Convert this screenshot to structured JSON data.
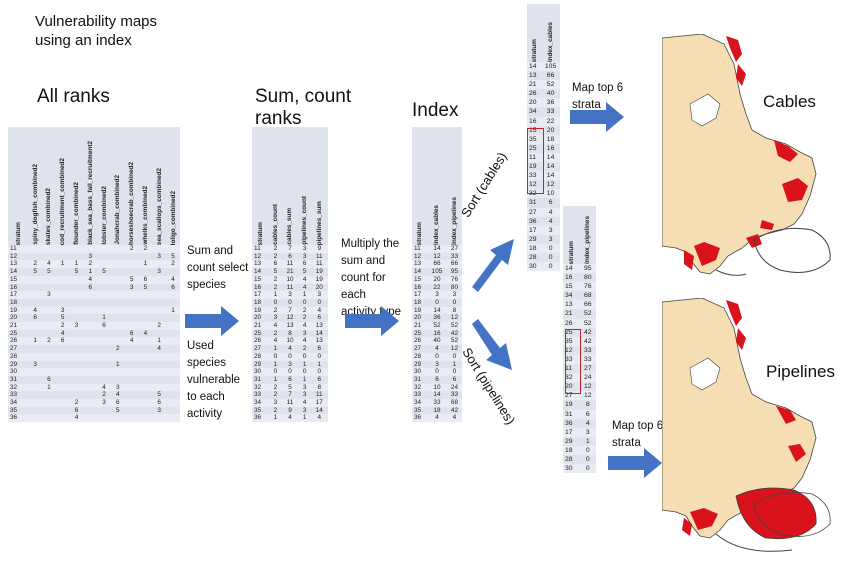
{
  "title": "Vulnerability maps\nusing an index",
  "title_lines": [
    "Vulnerability maps",
    "using an index"
  ],
  "all_ranks": {
    "heading": "All ranks",
    "columns": [
      "stratum",
      "spiny_dogfish_combined2",
      "skates_combined2",
      "cod_recruitment_combined2",
      "flounder_combined2",
      "black_sea_bass_fall_recruitment2",
      "lobster_combined2",
      "Jonahcrab_combined2",
      "horseshoecrab_combined2",
      "whelks_combined2",
      "sea_scallops_combined2",
      "loligo_combined2"
    ],
    "rows": [
      [
        "11",
        "",
        "",
        "",
        "",
        "",
        "",
        "",
        "2",
        "2",
        "",
        ""
      ],
      [
        "12",
        "",
        "",
        "",
        "",
        "3",
        "",
        "",
        "",
        "",
        "3",
        "5"
      ],
      [
        "13",
        "2",
        "4",
        "1",
        "1",
        "2",
        "",
        "",
        "",
        "1",
        "",
        "2"
      ],
      [
        "14",
        "5",
        "5",
        "",
        "5",
        "1",
        "5",
        "",
        "",
        "",
        "3",
        ""
      ],
      [
        "15",
        "",
        "",
        "",
        "",
        "4",
        "",
        "",
        "5",
        "6",
        "",
        "4"
      ],
      [
        "16",
        "",
        "",
        "",
        "",
        "6",
        "",
        "",
        "3",
        "5",
        "",
        "6"
      ],
      [
        "17",
        "",
        "3",
        "",
        "",
        "",
        "",
        "",
        "",
        "",
        "",
        ""
      ],
      [
        "18",
        "",
        "",
        "",
        "",
        "",
        "",
        "",
        "",
        "",
        "",
        ""
      ],
      [
        "19",
        "4",
        "",
        "3",
        "",
        "",
        "",
        "",
        "",
        "",
        "",
        "1"
      ],
      [
        "20",
        "6",
        "",
        "5",
        "",
        "",
        "1",
        "",
        "",
        "",
        "",
        ""
      ],
      [
        "21",
        "",
        "",
        "2",
        "3",
        "",
        "6",
        "",
        "",
        "",
        "2",
        ""
      ],
      [
        "25",
        "",
        "",
        "4",
        "",
        "",
        "",
        "",
        "6",
        "4",
        "",
        ""
      ],
      [
        "26",
        "1",
        "2",
        "6",
        "",
        "",
        "",
        "",
        "4",
        "",
        "1",
        ""
      ],
      [
        "27",
        "",
        "",
        "",
        "",
        "",
        "",
        "2",
        "",
        "",
        "4",
        ""
      ],
      [
        "28",
        "",
        "",
        "",
        "",
        "",
        "",
        "",
        "",
        "",
        "",
        ""
      ],
      [
        "29",
        "3",
        "",
        "",
        "",
        "",
        "",
        "1",
        "",
        "",
        "",
        ""
      ],
      [
        "30",
        "",
        "",
        "",
        "",
        "",
        "",
        "",
        "",
        "",
        "",
        ""
      ],
      [
        "31",
        "",
        "6",
        "",
        "",
        "",
        "",
        "",
        "",
        "",
        "",
        ""
      ],
      [
        "32",
        "",
        "1",
        "",
        "",
        "",
        "4",
        "3",
        "",
        "",
        "",
        ""
      ],
      [
        "33",
        "",
        "",
        "",
        "",
        "",
        "2",
        "4",
        "",
        "",
        "5",
        ""
      ],
      [
        "34",
        "",
        "",
        "",
        "2",
        "",
        "3",
        "6",
        "",
        "",
        "6",
        ""
      ],
      [
        "35",
        "",
        "",
        "",
        "6",
        "",
        "",
        "5",
        "",
        "",
        "3",
        ""
      ],
      [
        "36",
        "",
        "",
        "",
        "4",
        "",
        "",
        "",
        "",
        "",
        "",
        ""
      ]
    ]
  },
  "arrow1_note": {
    "lines_a": [
      "Sum and",
      "count select",
      "species"
    ],
    "lines_b": [
      "Used",
      "species",
      "vulnerable",
      "to each",
      "activity"
    ]
  },
  "sum_count": {
    "heading_lines": [
      "Sum, count",
      "ranks"
    ],
    "columns": [
      "stratum",
      "cables_count",
      "cables_sum",
      "pipelines_count",
      "pipelines_sum"
    ],
    "rows": [
      [
        "11",
        "2",
        "7",
        "3",
        "9"
      ],
      [
        "12",
        "2",
        "6",
        "3",
        "11"
      ],
      [
        "13",
        "6",
        "11",
        "6",
        "11"
      ],
      [
        "14",
        "5",
        "21",
        "5",
        "19"
      ],
      [
        "15",
        "2",
        "10",
        "4",
        "19"
      ],
      [
        "16",
        "2",
        "11",
        "4",
        "20"
      ],
      [
        "17",
        "1",
        "3",
        "1",
        "3"
      ],
      [
        "18",
        "0",
        "0",
        "0",
        "0"
      ],
      [
        "19",
        "2",
        "7",
        "2",
        "4"
      ],
      [
        "20",
        "3",
        "12",
        "2",
        "6"
      ],
      [
        "21",
        "4",
        "13",
        "4",
        "13"
      ],
      [
        "25",
        "2",
        "8",
        "3",
        "14"
      ],
      [
        "26",
        "4",
        "10",
        "4",
        "13"
      ],
      [
        "27",
        "1",
        "4",
        "2",
        "6"
      ],
      [
        "28",
        "0",
        "0",
        "0",
        "0"
      ],
      [
        "29",
        "1",
        "3",
        "1",
        "1"
      ],
      [
        "30",
        "0",
        "0",
        "0",
        "0"
      ],
      [
        "31",
        "1",
        "6",
        "1",
        "6"
      ],
      [
        "32",
        "2",
        "5",
        "3",
        "8"
      ],
      [
        "33",
        "2",
        "7",
        "3",
        "11"
      ],
      [
        "34",
        "3",
        "11",
        "4",
        "17"
      ],
      [
        "35",
        "2",
        "9",
        "3",
        "14"
      ],
      [
        "36",
        "1",
        "4",
        "1",
        "4"
      ]
    ]
  },
  "arrow2_note": {
    "lines": [
      "Multiply the",
      "sum and",
      "count for",
      "each",
      "activity type"
    ]
  },
  "index": {
    "heading": "Index",
    "columns": [
      "stratum",
      "index_cables",
      "index_pipelines"
    ],
    "rows": [
      [
        "11",
        "14",
        "27"
      ],
      [
        "12",
        "12",
        "33"
      ],
      [
        "13",
        "66",
        "66"
      ],
      [
        "14",
        "105",
        "95"
      ],
      [
        "15",
        "20",
        "76"
      ],
      [
        "16",
        "22",
        "80"
      ],
      [
        "17",
        "3",
        "3"
      ],
      [
        "18",
        "0",
        "0"
      ],
      [
        "19",
        "14",
        "8"
      ],
      [
        "20",
        "36",
        "12"
      ],
      [
        "21",
        "52",
        "52"
      ],
      [
        "25",
        "16",
        "42"
      ],
      [
        "26",
        "40",
        "52"
      ],
      [
        "27",
        "4",
        "12"
      ],
      [
        "28",
        "0",
        "0"
      ],
      [
        "29",
        "3",
        "1"
      ],
      [
        "30",
        "0",
        "0"
      ],
      [
        "31",
        "6",
        "6"
      ],
      [
        "32",
        "10",
        "24"
      ],
      [
        "33",
        "14",
        "33"
      ],
      [
        "34",
        "33",
        "68"
      ],
      [
        "35",
        "18",
        "42"
      ],
      [
        "36",
        "4",
        "4"
      ]
    ]
  },
  "sort_cables_label": "Sort (cables)",
  "sort_pipelines_label": "Sort (pipelines)",
  "sorted_cables": {
    "columns": [
      "stratum",
      "index_cables"
    ],
    "rows": [
      [
        "14",
        "105"
      ],
      [
        "13",
        "66"
      ],
      [
        "21",
        "52"
      ],
      [
        "26",
        "40"
      ],
      [
        "20",
        "36"
      ],
      [
        "34",
        "33"
      ],
      [
        "16",
        "22"
      ],
      [
        "15",
        "20"
      ],
      [
        "35",
        "18"
      ],
      [
        "25",
        "16"
      ],
      [
        "11",
        "14"
      ],
      [
        "19",
        "14"
      ],
      [
        "33",
        "14"
      ],
      [
        "12",
        "12"
      ],
      [
        "32",
        "10"
      ],
      [
        "31",
        "6"
      ],
      [
        "27",
        "4"
      ],
      [
        "36",
        "4"
      ],
      [
        "17",
        "3"
      ],
      [
        "29",
        "3"
      ],
      [
        "18",
        "0"
      ],
      [
        "28",
        "0"
      ],
      [
        "30",
        "0"
      ]
    ]
  },
  "sorted_pipelines": {
    "columns": [
      "stratum",
      "index_pipelines"
    ],
    "rows": [
      [
        "14",
        "95"
      ],
      [
        "16",
        "80"
      ],
      [
        "15",
        "76"
      ],
      [
        "34",
        "68"
      ],
      [
        "13",
        "66"
      ],
      [
        "21",
        "52"
      ],
      [
        "26",
        "52"
      ],
      [
        "25",
        "42"
      ],
      [
        "35",
        "42"
      ],
      [
        "12",
        "33"
      ],
      [
        "33",
        "33"
      ],
      [
        "11",
        "27"
      ],
      [
        "32",
        "24"
      ],
      [
        "20",
        "12"
      ],
      [
        "27",
        "12"
      ],
      [
        "19",
        "8"
      ],
      [
        "31",
        "6"
      ],
      [
        "36",
        "4"
      ],
      [
        "17",
        "3"
      ],
      [
        "29",
        "1"
      ],
      [
        "18",
        "0"
      ],
      [
        "28",
        "0"
      ],
      [
        "30",
        "0"
      ]
    ]
  },
  "map_top6_cables": [
    "Map top 6",
    "strata"
  ],
  "map_top6_pipelines": [
    "Map top 6",
    "strata"
  ],
  "map_cables_title": "Cables",
  "map_pipelines_title": "Pipelines",
  "colors": {
    "arrow": "#4472c4",
    "land": "#f5deb3",
    "highlight": "#d9121b",
    "table_bg": "#dfe3ec",
    "box": "#c8202a"
  }
}
